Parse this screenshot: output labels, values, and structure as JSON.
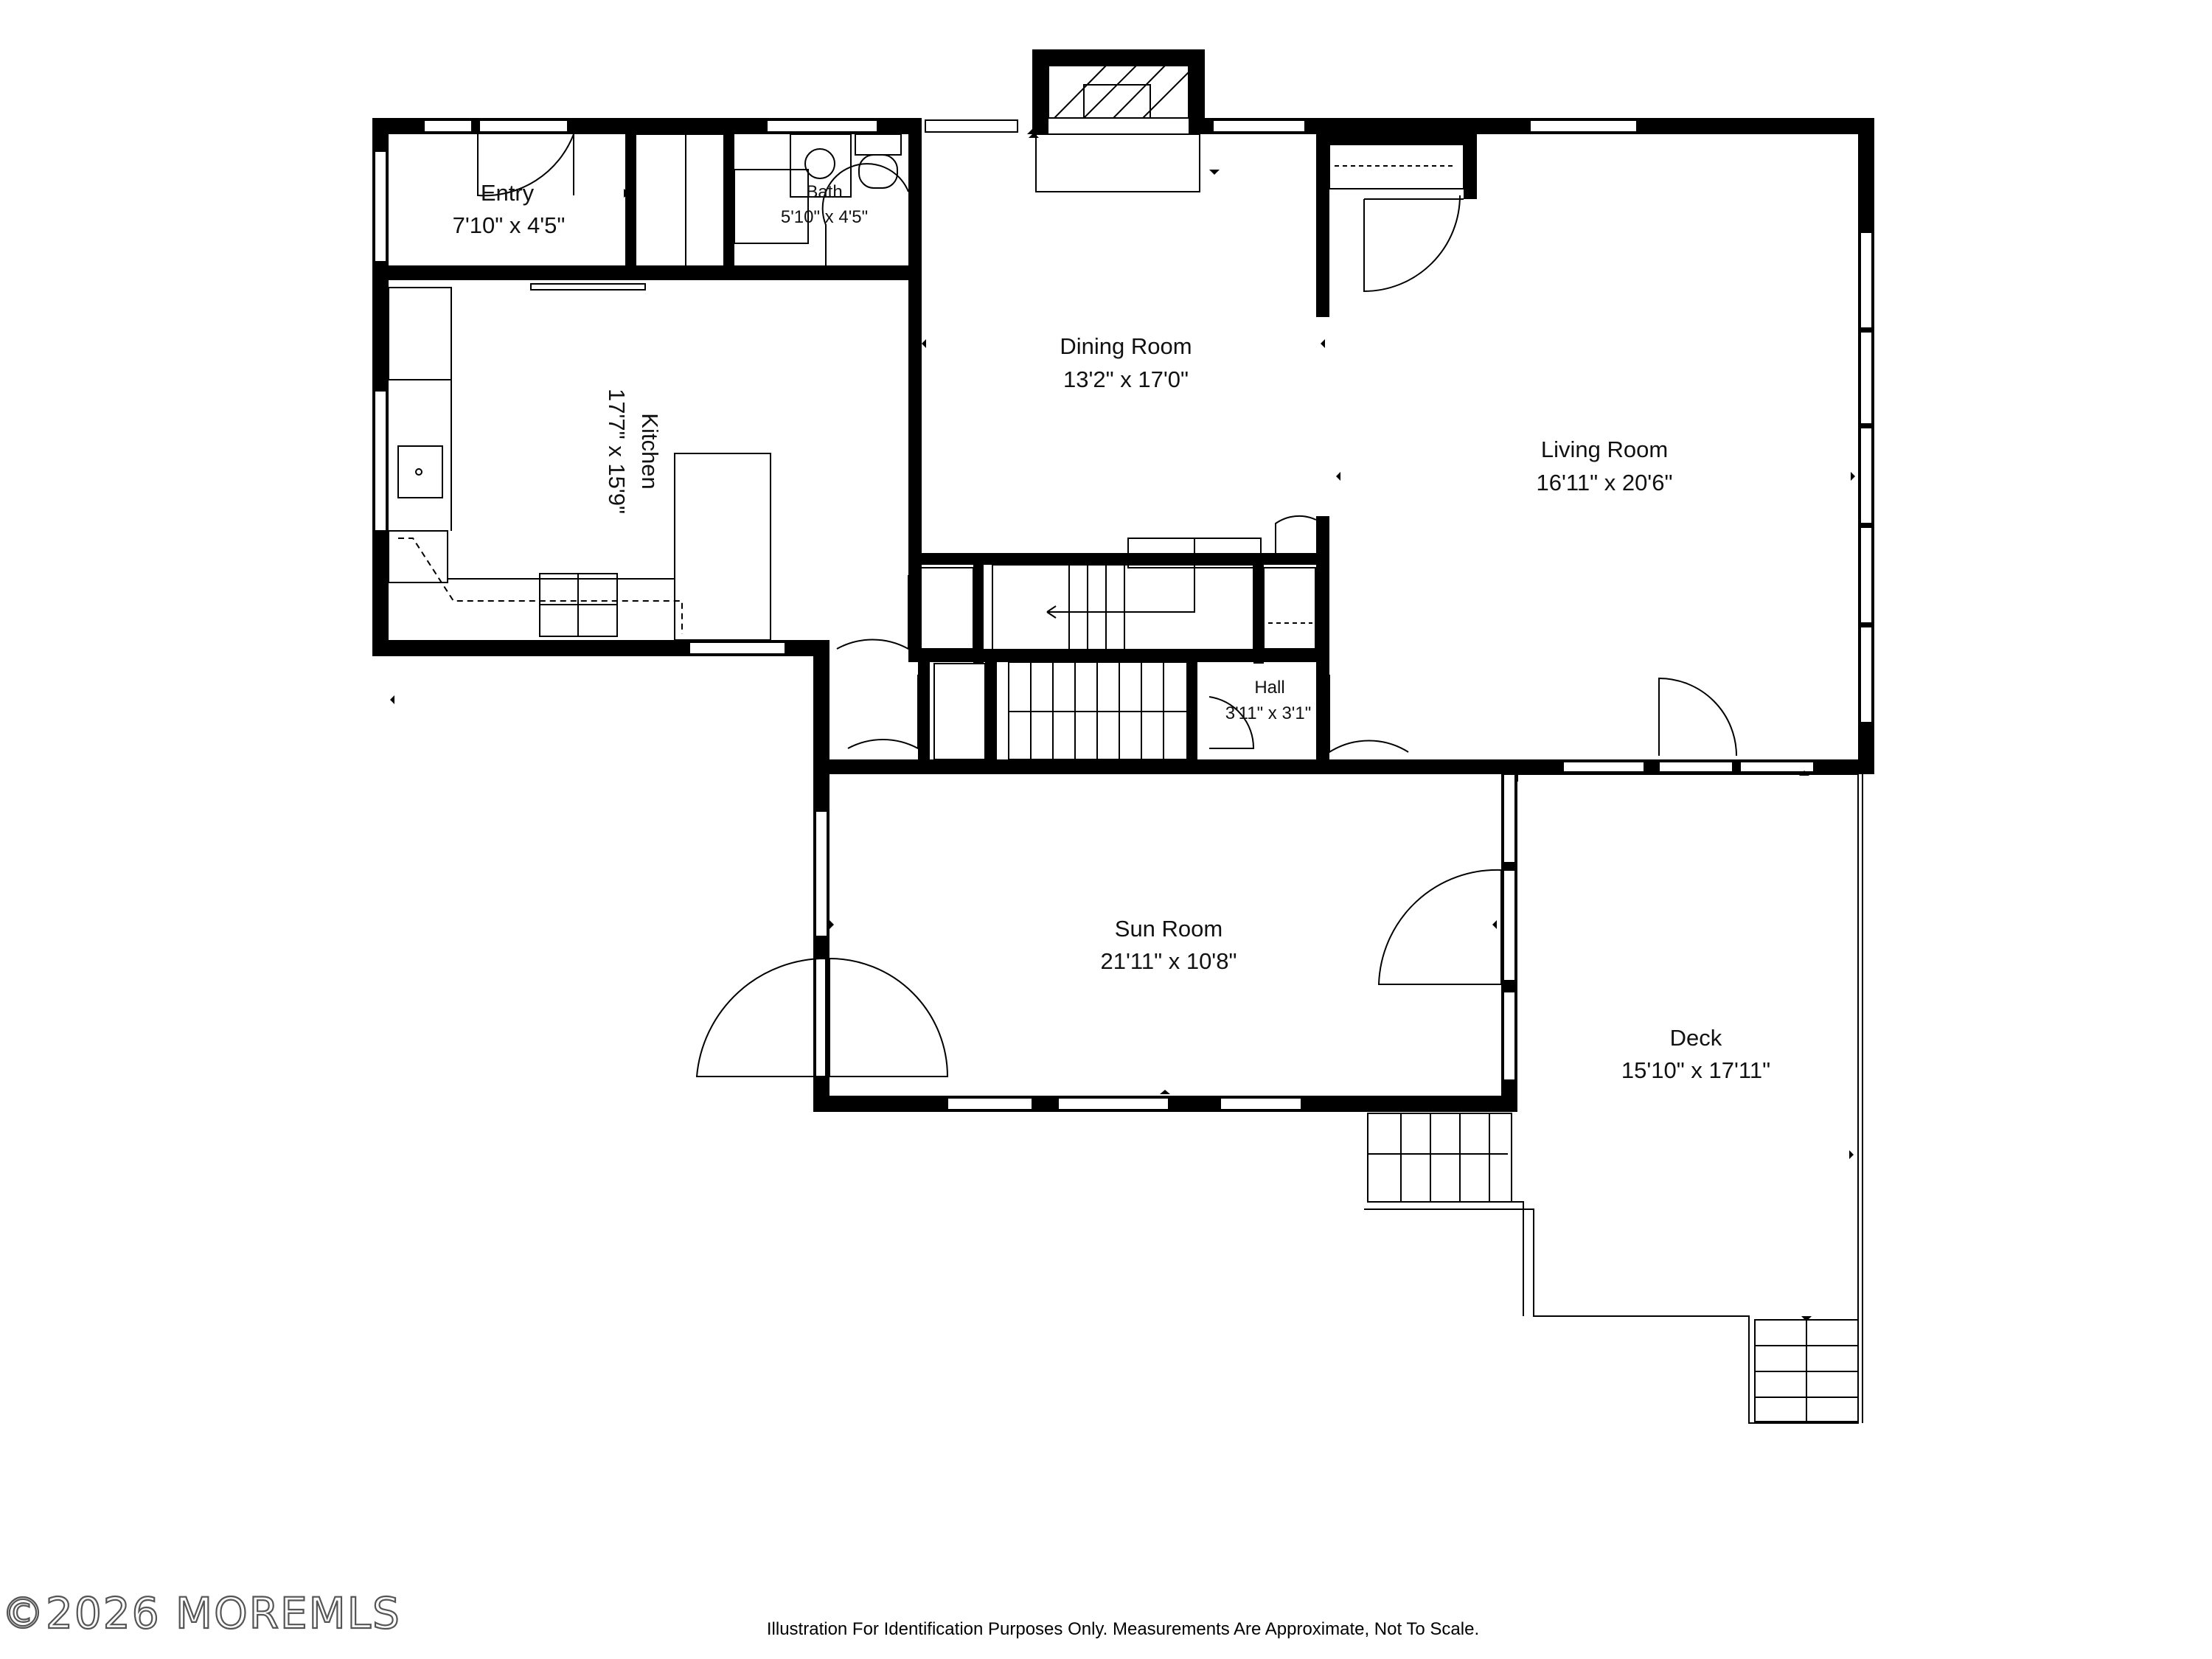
{
  "rooms": {
    "entry": {
      "name": "Entry",
      "size": "7'10\" x 4'5\""
    },
    "bath": {
      "name": "Bath",
      "size": "5'10\" x 4'5\""
    },
    "kitchen": {
      "name": "Kitchen",
      "size": "17'7\" x 15'9\""
    },
    "dining": {
      "name": "Dining Room",
      "size": "13'2\" x 17'0\""
    },
    "living": {
      "name": "Living Room",
      "size": "16'11\" x 20'6\""
    },
    "hall": {
      "name": "Hall",
      "size": "3'11\" x 3'1\""
    },
    "sun": {
      "name": "Sun Room",
      "size": "21'11\" x 10'8\""
    },
    "deck": {
      "name": "Deck",
      "size": "15'10\" x 17'11\""
    }
  },
  "footer": {
    "watermark": "©2026 MOREMLS",
    "disclaimer": "Illustration For Identification Purposes Only. Measurements Are Approximate, Not To Scale."
  }
}
